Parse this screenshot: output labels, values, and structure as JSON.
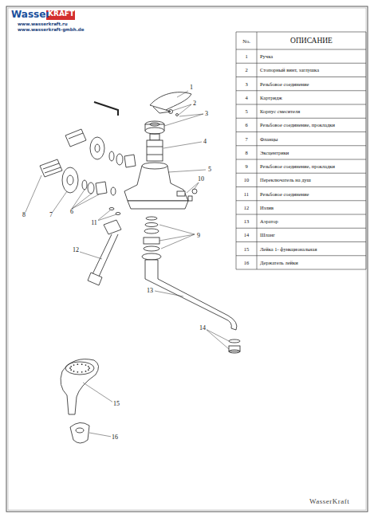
{
  "diagram": {
    "labels": [
      "Wasser",
      "KRAFT",
      "www.wasserkraft.ru",
      "www.wasserkraft-gmbh.de",
      "No.",
      "ОПИСАНИЕ",
      "1",
      "Ручка",
      "2",
      "Стопорный винт, заглушка",
      "3",
      "Резьбовое соединение",
      "4",
      "Картридж",
      "5",
      "Корпус смесителя",
      "6",
      "Резьбовое соединение, прокладки",
      "7",
      "Фланцы",
      "8",
      "Эксцентрики",
      "9",
      "Резьбовое соединение, прокладки",
      "10",
      "Переключатель на душ",
      "11",
      "Резьбовое соединение",
      "12",
      "Излив",
      "13",
      "Аэратор",
      "14",
      "Шланг",
      "15",
      "Лейка 1- функциональная",
      "16",
      "Держатель лейки",
      "1",
      "2",
      "3",
      "4",
      "5",
      "6",
      "7",
      "8",
      "9",
      "10",
      "11",
      "12",
      "13",
      "14",
      "15",
      "16",
      "WasserKraft"
    ]
  }
}
